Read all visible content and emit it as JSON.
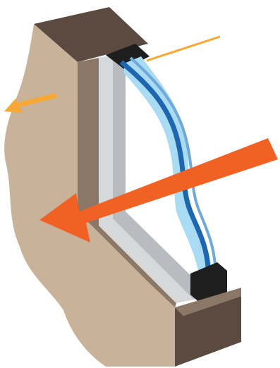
{
  "diagram": {
    "subject": "double-glazed-window-cross-section",
    "colors": {
      "wall": "#c9b29a",
      "wall_dark": "#5b4a3f",
      "wall_side": "#8c7666",
      "frame_light": "#d6d8da",
      "frame_mid": "#b8bcc1",
      "frame_dark": "#1e1e1e",
      "glass": "#a9dcf3",
      "glass_edge": "#1f66b0",
      "glass_edge_light": "#6fa9d8",
      "arrow_orange": "#f26124",
      "arrow_light": "#f7a833"
    },
    "arrows": [
      {
        "name": "heat-flow-arrow",
        "direction": "left",
        "color": "arrow_orange"
      },
      {
        "name": "small-heat-arrow",
        "direction": "left",
        "color": "arrow_light"
      },
      {
        "name": "pointer-line",
        "direction": "none",
        "color": "arrow_light"
      }
    ]
  }
}
